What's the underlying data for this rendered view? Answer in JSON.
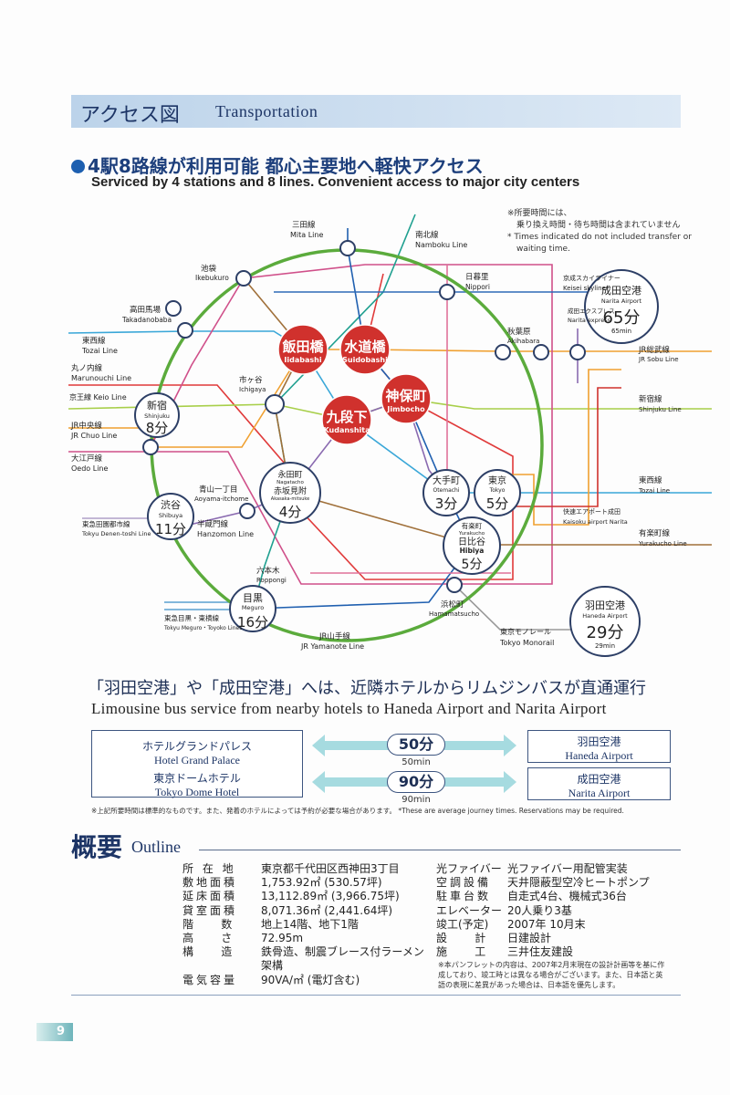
{
  "header": {
    "title_jp": "アクセス図",
    "title_en": "Transportation"
  },
  "headline": {
    "jp": "4駅8路線が利用可能  都心主要地へ軽快アクセス",
    "en": "Serviced by 4 stations and 8 lines. Convenient access to major city centers"
  },
  "map_note": {
    "jp1": "※所要時間には、",
    "jp2": "乗り換え時間・待ち時間は含まれていません",
    "en1": "* Times indicated do not included transfer or",
    "en2": "waiting time."
  },
  "colors": {
    "yamanote": "#5bab3c",
    "navy": "#1d3566",
    "station_red": "#d0312d"
  },
  "map": {
    "lines": [
      {
        "jp": "三田線",
        "en": "Mita Line"
      },
      {
        "jp": "南北線",
        "en": "Namboku Line"
      },
      {
        "jp": "東西線",
        "en": "Tozai Line"
      },
      {
        "jp": "丸ノ内線",
        "en": "Marunouchi Line"
      },
      {
        "jp": "京王線 Keio Line"
      },
      {
        "jp": "JR中央線",
        "en": "JR Chuo Line"
      },
      {
        "jp": "大江戸線",
        "en": "Oedo Line"
      },
      {
        "jp": "東急田園都市線",
        "en": "Tokyu Denen-toshi Line"
      },
      {
        "jp": "半蔵門線",
        "en": "Hanzomon Line"
      },
      {
        "jp": "東急目黒・東横線",
        "en": "Tokyu Meguro・Toyoko Lines"
      },
      {
        "jp": "JR山手線",
        "en": "JR Yamanote Line"
      },
      {
        "jp": "東京モノレール",
        "en": "Tokyo Monorail"
      },
      {
        "jp": "京成スカイライナー",
        "en": "Keisei skyliner"
      },
      {
        "jp": "成田エクスプレス",
        "en": "Narita express"
      },
      {
        "jp": "JR総武線",
        "en": "JR Sobu Line"
      },
      {
        "jp": "新宿線",
        "en": "Shinjuku Line"
      },
      {
        "jp": "東西線",
        "en": "Tozai Line"
      },
      {
        "jp": "快速エアポート成田",
        "en": "Kaisoku airport Narita"
      },
      {
        "jp": "有楽町線",
        "en": "Yurakucho Line"
      }
    ],
    "small_stations": [
      {
        "jp": "池袋",
        "en": "Ikebukuro"
      },
      {
        "jp": "高田馬場",
        "en": "Takadanobaba"
      },
      {
        "jp": "日暮里",
        "en": "Nippori"
      },
      {
        "jp": "秋葉原",
        "en": "Akihabara"
      },
      {
        "jp": "市ヶ谷",
        "en": "Ichigaya"
      },
      {
        "jp": "青山一丁目",
        "en": "Aoyama-itchome"
      },
      {
        "jp": "六本木",
        "en": "Roppongi"
      },
      {
        "jp": "浜松町",
        "en": "Hamamatsucho"
      }
    ],
    "nearest": [
      {
        "jp": "飯田橋",
        "en": "Iidabashi"
      },
      {
        "jp": "水道橋",
        "en": "Suidobashi"
      },
      {
        "jp": "九段下",
        "en": "Kudanshita"
      },
      {
        "jp": "神保町",
        "en": "Jimbocho"
      }
    ],
    "timed": {
      "shinjuku": {
        "jp": "新宿",
        "en": "Shinjuku",
        "time": "8分"
      },
      "shibuya": {
        "jp": "渋谷",
        "en": "Shibuya",
        "time": "11分"
      },
      "meguro": {
        "jp": "目黒",
        "en": "Meguro",
        "time": "16分"
      },
      "nagatacho": {
        "jp": "永田町",
        "en": "Nagatacho",
        "jp2": "赤坂見附",
        "en2": "Akasaka-mitsuke",
        "time": "4分"
      },
      "otemachi": {
        "jp": "大手町",
        "en": "Otemachi",
        "time": "3分"
      },
      "tokyo": {
        "jp": "東京",
        "en": "Tokyo",
        "time": "5分"
      },
      "hibiya": {
        "jp": "有楽町",
        "en": "Yurakucho",
        "jp2": "日比谷",
        "en2": "Hibiya",
        "time": "5分"
      },
      "narita": {
        "jp": "成田空港",
        "en": "Narita Airport",
        "time": "65分",
        "min": "65min"
      },
      "haneda": {
        "jp": "羽田空港",
        "en": "Haneda Airport",
        "time": "29分",
        "min": "29min"
      }
    }
  },
  "limousine": {
    "title_jp": "「羽田空港」や「成田空港」へは、近隣ホテルからリムジンバスが直通運行",
    "title_en": "Limousine bus service from nearby hotels to Haneda Airport and Narita Airport",
    "hotels": [
      {
        "jp": "ホテルグランドパレス",
        "en": "Hotel Grand Palace"
      },
      {
        "jp": "東京ドームホテル",
        "en": "Tokyo Dome  Hotel"
      }
    ],
    "routes": [
      {
        "time": "50分",
        "min": "50min"
      },
      {
        "time": "90分",
        "min": "90min"
      }
    ],
    "airports": [
      {
        "jp": "羽田空港",
        "en": "Haneda Airport"
      },
      {
        "jp": "成田空港",
        "en": "Narita Airport"
      }
    ],
    "note": "※上記所要時間は標準的なものです。また、発着のホテルによっては予約が必要な場合があります。 *These are average journey times. Reservations may be required."
  },
  "outline": {
    "title_jp": "概要",
    "title_en": "Outline",
    "left": [
      {
        "k": "所 在 地",
        "v": "東京都千代田区西神田3丁目"
      },
      {
        "k": "敷地面積",
        "v": " 1,753.92㎡  (530.57坪)"
      },
      {
        "k": "延床面積",
        "v": "13,112.89㎡ (3,966.75坪)"
      },
      {
        "k": "貸室面積",
        "v": " 8,071.36㎡ (2,441.64坪)"
      },
      {
        "k": "階    数",
        "v": "地上14階、地下1階"
      },
      {
        "k": "高    さ",
        "v": "72.95m"
      },
      {
        "k": "構    造",
        "v": "鉄骨造、制震ブレース付ラーメン"
      },
      {
        "k": "",
        "v": "架構"
      },
      {
        "k": "電気容量",
        "v": "90VA/㎡ (電灯含む)"
      }
    ],
    "right": [
      {
        "k": "光ファイバー",
        "v": "光ファイバー用配管実装"
      },
      {
        "k": "空調設備",
        "v": "天井隠蔽型空冷ヒートポンプ"
      },
      {
        "k": "駐車台数",
        "v": "自走式4台、機械式36台"
      },
      {
        "k": "エレベーター",
        "v": "20人乗り3基"
      },
      {
        "k": "竣工(予定)",
        "v": "2007年 10月末"
      },
      {
        "k": "設    計",
        "v": "日建設計"
      },
      {
        "k": "施    工",
        "v": "三井住友建設"
      }
    ],
    "note": "※本パンフレットの内容は、2007年2月末現在の設計計画等を基に作成しており、竣工時とは異なる場合がございます。また、日本語と英語の表現に差異があった場合は、日本語を優先します。"
  },
  "page_number": "9"
}
